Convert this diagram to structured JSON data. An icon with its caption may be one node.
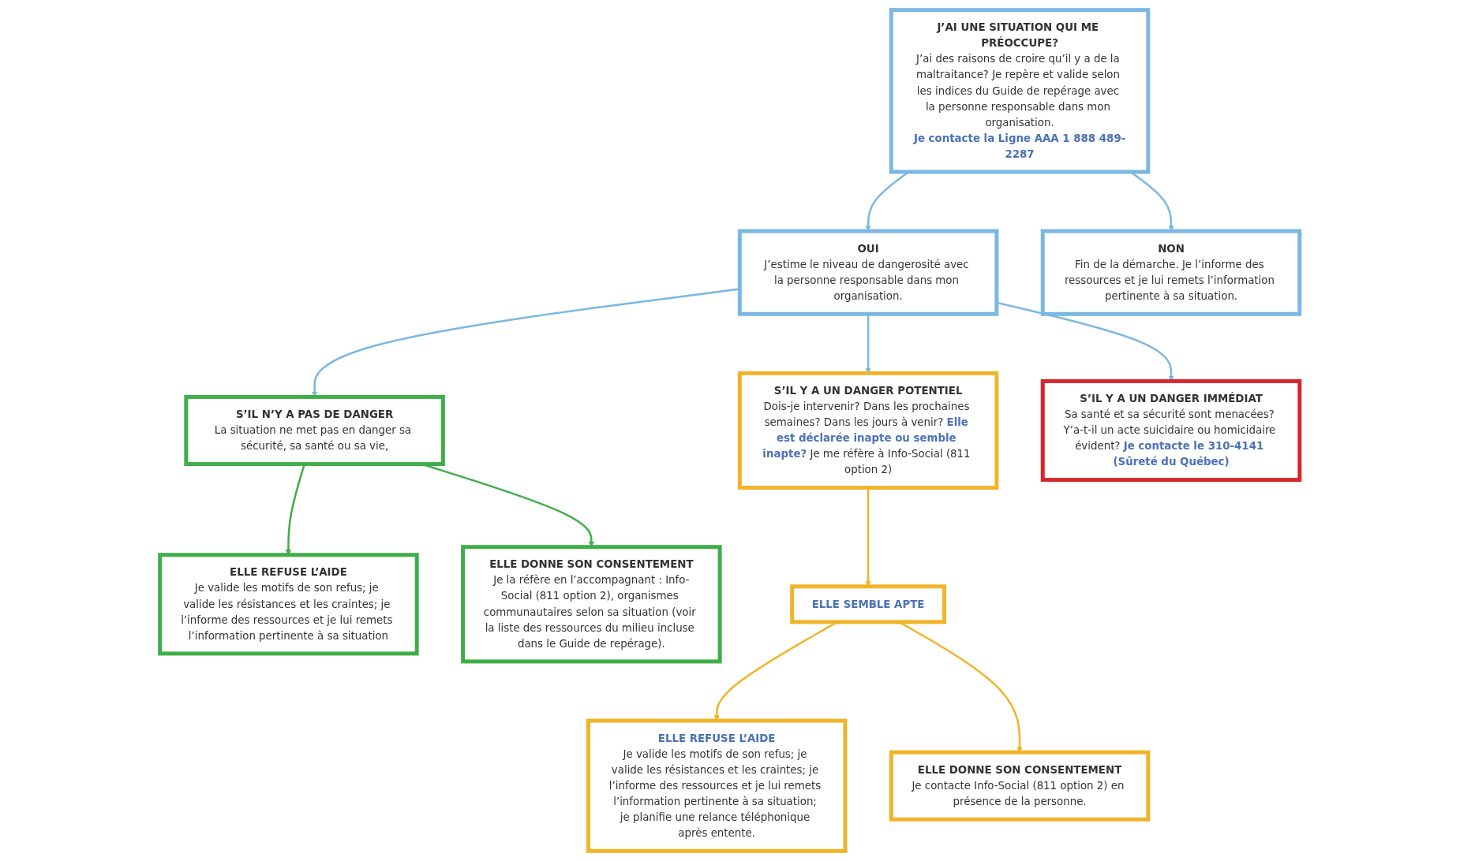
{
  "diagram": {
    "nodes": [
      {
        "text": [
          "J’AI UNE SITUATION QUI ME PRÉOCCUPE?",
          "J’ai des raisons de croire qu’il y a de la maltraitance? Je repère et valide selon les indices du Guide de repérage avec la personne responsable dans mon organisation.",
          "Je contacte la Ligne AAA 1 888 489-2287"
        ]
      },
      {
        "text": [
          "NON",
          "Fin de la démarche. Je l’informe des ressources et je lui remets l’information pertinente à sa situation."
        ]
      },
      {
        "text": [
          "OUI",
          "J’estime le niveau de dangerosité avec la personne responsable dans mon organisation."
        ]
      },
      {
        "text": [
          "S’IL N’Y A PAS DE DANGER",
          "La situation ne met pas en danger sa sécurité, sa santé ou sa vie,"
        ]
      },
      {
        "text": [
          "ELLE REFUSE L’AIDE",
          "Je valide les motifs de son refus; je valide les résistances et les craintes; je l’informe des ressources et je lui remets l’information pertinente à sa situation"
        ]
      },
      {
        "text": [
          "ELLE DONNE SON CONSENTEMENT",
          "Je la réfère en l’accompagnant : Info-Social (811 option 2), organismes communautaires selon sa situation (voir la liste des ressources du milieu incluse dans le Guide de repérage)."
        ]
      },
      {
        "text": [
          "S’IL Y A UN DANGER POTENTIEL",
          "Dois-je intervenir? Dans les prochaines semaines? Dans les jours à venir? **Elle est déclarée inapte ou semble inapte?** Je me réfère à Info-Social (811 option 2)"
        ]
      },
      {
        "text": [
          "S’IL Y A UN DANGER IMMÉDIAT",
          "Sa santé et sa sécurité sont menacées? Y’a-t-il un acte suicidaire ou homicidaire évident? **Je contacte le 310-4141 (Sûreté du Québec)**"
        ]
      },
      {
        "text": [
          "ELLE SEMBLE APTE"
        ]
      },
      {
        "text": [
          "ELLE REFUSE L’AIDE",
          "Je valide les motifs de son refus; je valide les résistances et les craintes; je l’informe des ressources et je lui remets l’information pertinente à sa situation; je planifie une relance téléphonique après entente."
        ]
      },
      {
        "text": [
          "ELLE DONNE SON CONSENTEMENT",
          "Je contacte Info-Social (811 option 2) en présence de la personne."
        ]
      }
    ],
    "edges": [
      {
        "from": 0,
        "to": 1,
        "arrow": "to"
      },
      {
        "from": 0,
        "to": 2,
        "arrow": "to"
      },
      {
        "from": 2,
        "to": 3,
        "arrow": "to"
      },
      {
        "from": 3,
        "to": 4,
        "arrow": "to",
        "color": "#3fae49"
      },
      {
        "from": 3,
        "to": 5,
        "arrow": "to",
        "color": "#3fae49"
      },
      {
        "from": 2,
        "to": 6,
        "arrow": "to"
      },
      {
        "from": 2,
        "to": 7,
        "arrow": "to"
      },
      {
        "from": 6,
        "to": 8,
        "arrow": "to",
        "color": "#f0b428"
      },
      {
        "from": 8,
        "to": 9,
        "arrow": "to",
        "color": "#f0b428"
      },
      {
        "from": 8,
        "to": 10,
        "arrow": "to",
        "color": "#f0b428"
      }
    ]
  }
}
